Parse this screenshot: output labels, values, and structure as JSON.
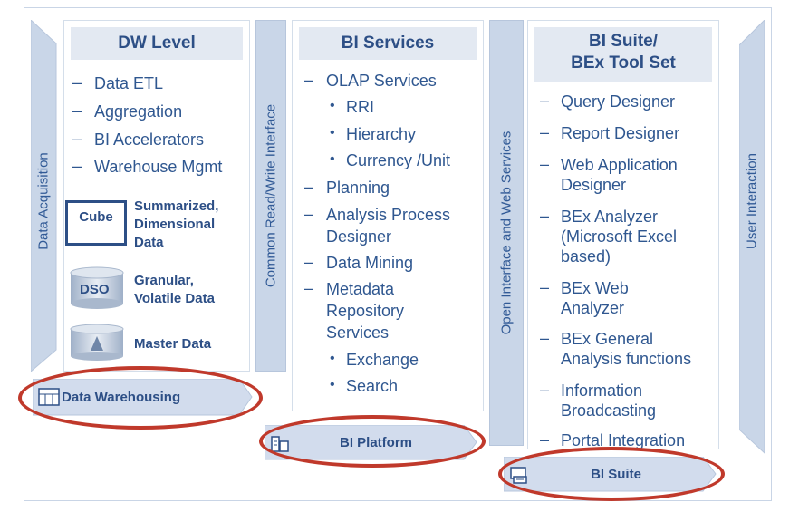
{
  "bars": {
    "data_acquisition": "Data Acquisition",
    "common_interface": "Common Read/Write Interface",
    "open_interface": "Open Interface and Web Services",
    "user_interaction": "User Interaction"
  },
  "dw": {
    "title": "DW Level",
    "items": [
      "Data ETL",
      "Aggregation",
      "BI Accelerators",
      "Warehouse Mgmt"
    ],
    "cube_label": "Cube",
    "cube_text": [
      "Summarized,",
      "Dimensional",
      "Data"
    ],
    "dso_label": "DSO",
    "dso_text": [
      "Granular,",
      "Volatile Data"
    ],
    "master_text": "Master Data",
    "button": "Data Warehousing"
  },
  "bi": {
    "title": "BI Services",
    "olap": "OLAP Services",
    "olap_sub": [
      "RRI",
      "Hierarchy",
      "Currency /Unit"
    ],
    "planning": "Planning",
    "apd": [
      "Analysis Process",
      "Designer"
    ],
    "mining": "Data Mining",
    "meta": [
      "Metadata",
      "Repository",
      "Services"
    ],
    "meta_sub": [
      "Exchange",
      "Search"
    ],
    "button": "BI Platform"
  },
  "suite": {
    "title": [
      "BI Suite/",
      "BEx Tool Set"
    ],
    "items": [
      [
        "Query Designer"
      ],
      [
        "Report Designer"
      ],
      [
        "Web Application",
        "Designer"
      ],
      [
        "BEx Analyzer",
        "(Microsoft Excel",
        "based)"
      ],
      [
        "BEx Web",
        "Analyzer"
      ],
      [
        "BEx General",
        "Analysis functions"
      ],
      [
        "Information",
        "Broadcasting"
      ],
      [
        "Portal Integration"
      ]
    ],
    "button": "BI Suite"
  },
  "icons": {
    "dash": "–",
    "bullet": "•",
    "warehouse": "grid-icon",
    "platform": "building-icon",
    "suite": "suite-icon"
  },
  "colors": {
    "text": "#2f5790",
    "bar": "#c9d6e8",
    "ring": "#c0392b"
  }
}
